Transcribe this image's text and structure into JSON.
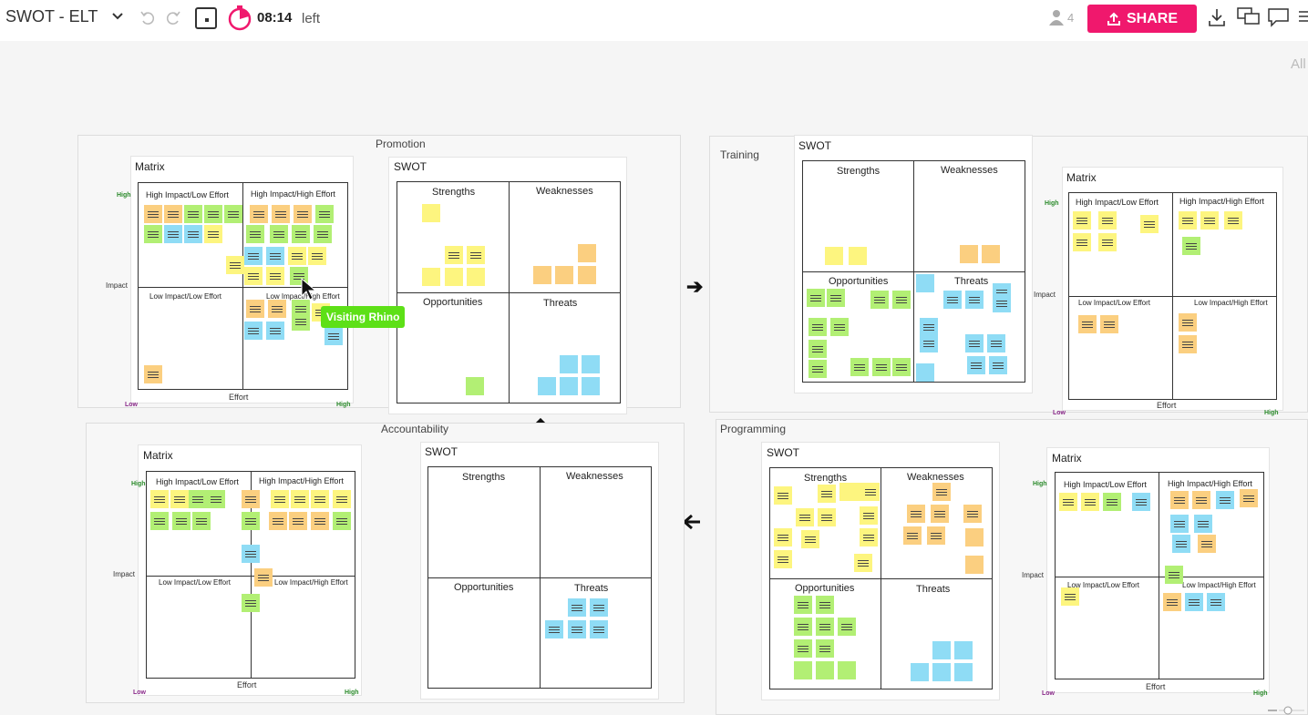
{
  "topbar": {
    "board_title": "SWOT - ELT",
    "timer_time": "08:14",
    "timer_suffix": "left",
    "user_count": "4",
    "share_label": "SHARE"
  },
  "canvas": {
    "filter_label": "All"
  },
  "labels": {
    "matrix": "Matrix",
    "swot": "SWOT",
    "hi_lo": "High Impact/Low Effort",
    "hi_hi": "High Impact/High Effort",
    "lo_lo": "Low Impact/Low Effort",
    "lo_hi": "Low Impact/High Effort",
    "strengths": "Strengths",
    "weaknesses": "Weaknesses",
    "opportunities": "Opportunities",
    "threats": "Threats",
    "high": "High",
    "low": "Low",
    "impact": "Impact",
    "effort": "Effort"
  },
  "sections": {
    "promotion": "Promotion",
    "training": "Training",
    "accountability": "Accountability",
    "programming": "Programming"
  },
  "collaborator": {
    "name": "Visiting Rhino"
  },
  "icons": [
    "chevron-down-icon",
    "undo-icon",
    "redo-icon",
    "frame-icon",
    "timer-icon",
    "user-icon",
    "upload-icon",
    "download-icon",
    "comments-icon",
    "chat-icon",
    "menu-icon",
    "cursor-icon",
    "arrow-right-icon",
    "arrow-down-icon",
    "arrow-left-icon",
    "arrow-up-icon"
  ],
  "colors": {
    "share": "#f0186d",
    "note_yellow": "#fdf57f",
    "note_orange": "#fbcf80",
    "note_green": "#b2ef74",
    "note_blue": "#8fdcf5",
    "tag": "#5de017"
  }
}
